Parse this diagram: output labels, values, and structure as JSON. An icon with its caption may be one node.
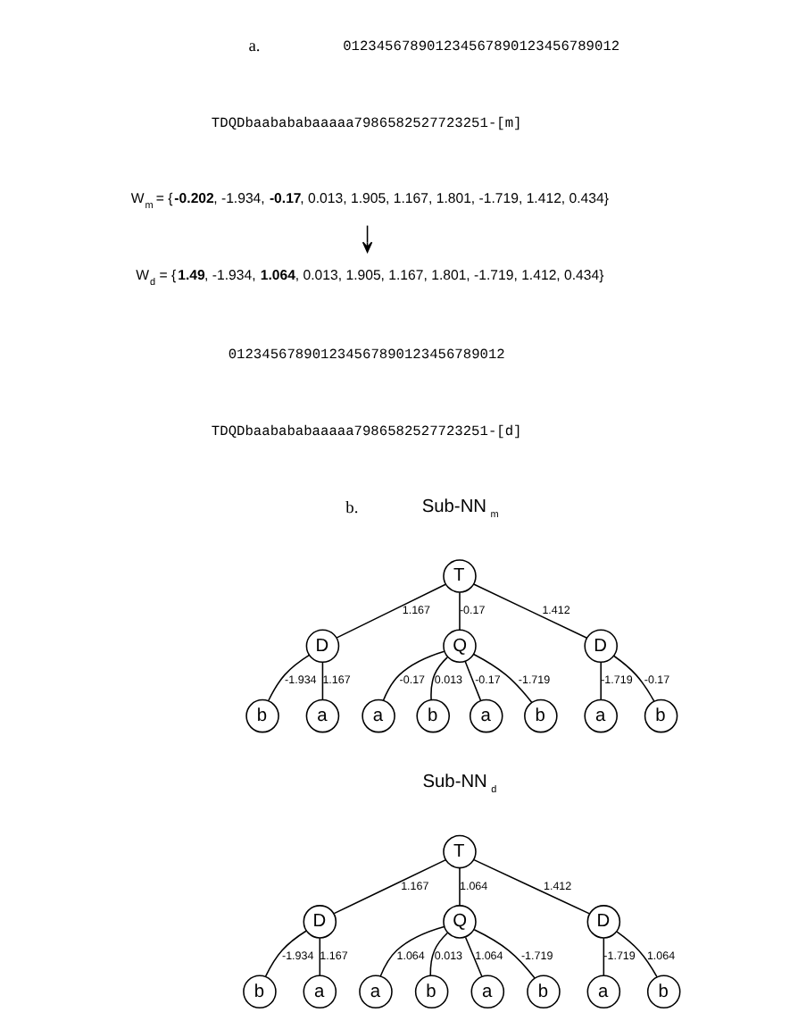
{
  "diagram": {
    "nodes": [
      {
        "text": [
          "W$_{m}$ = {**-0.202**, -1.934, **-0.17**, 0.013, 1.905, 1.167, 1.801, -1.719, 1.412, 0.434}"
        ]
      },
      {
        "text": [
          "W$_{d}$ = {**1.49**, -1.934, **1.064**, 0.013, 1.905, 1.167, 1.801, -1.719, 1.412, 0.434}"
        ]
      },
      {
        "text": [
          "T"
        ]
      },
      {
        "text": [
          "D"
        ]
      },
      {
        "text": [
          "Q"
        ]
      },
      {
        "text": [
          "D"
        ]
      },
      {
        "text": [
          "b"
        ]
      },
      {
        "text": [
          "a"
        ]
      },
      {
        "text": [
          "a"
        ]
      },
      {
        "text": [
          "b"
        ]
      },
      {
        "text": [
          "a"
        ]
      },
      {
        "text": [
          "b"
        ]
      },
      {
        "text": [
          "a"
        ]
      },
      {
        "text": [
          "b"
        ]
      },
      {
        "text": [
          "T"
        ]
      },
      {
        "text": [
          "D"
        ]
      },
      {
        "text": [
          "Q"
        ]
      },
      {
        "text": [
          "D"
        ]
      },
      {
        "text": [
          "b"
        ]
      },
      {
        "text": [
          "a"
        ]
      },
      {
        "text": [
          "a"
        ]
      },
      {
        "text": [
          "b"
        ]
      },
      {
        "text": [
          "a"
        ]
      },
      {
        "text": [
          "b"
        ]
      },
      {
        "text": [
          "a"
        ]
      },
      {
        "text": [
          "b"
        ]
      }
    ],
    "edges": [
      {
        "from": 0,
        "to": 1,
        "arrow": "to"
      },
      {
        "from": 2,
        "to": 3,
        "arrow": "none",
        "label": "1.167"
      },
      {
        "from": 2,
        "to": 4,
        "arrow": "none",
        "label": "-0.17"
      },
      {
        "from": 2,
        "to": 5,
        "arrow": "none",
        "label": "1.412"
      },
      {
        "from": 3,
        "to": 6,
        "arrow": "none",
        "label": "-1.934"
      },
      {
        "from": 3,
        "to": 7,
        "arrow": "none",
        "label": "1.167"
      },
      {
        "from": 4,
        "to": 8,
        "arrow": "none",
        "label": "-0.17"
      },
      {
        "from": 4,
        "to": 9,
        "arrow": "none",
        "label": "0.013"
      },
      {
        "from": 4,
        "to": 10,
        "arrow": "none",
        "label": "-0.17"
      },
      {
        "from": 4,
        "to": 11,
        "arrow": "none",
        "label": "-1.719"
      },
      {
        "from": 5,
        "to": 12,
        "arrow": "none",
        "label": "-1.719"
      },
      {
        "from": 5,
        "to": 13,
        "arrow": "none",
        "label": "-0.17"
      },
      {
        "from": 14,
        "to": 15,
        "arrow": "none",
        "label": "1.167"
      },
      {
        "from": 14,
        "to": 16,
        "arrow": "none",
        "label": "1.064"
      },
      {
        "from": 14,
        "to": 17,
        "arrow": "none",
        "label": "1.412"
      },
      {
        "from": 15,
        "to": 18,
        "arrow": "none",
        "label": "-1.934"
      },
      {
        "from": 15,
        "to": 19,
        "arrow": "none",
        "label": "1.167"
      },
      {
        "from": 16,
        "to": 20,
        "arrow": "none",
        "label": "1.064"
      },
      {
        "from": 16,
        "to": 21,
        "arrow": "none",
        "label": "0.013"
      },
      {
        "from": 16,
        "to": 22,
        "arrow": "none",
        "label": "1.064"
      },
      {
        "from": 16,
        "to": 23,
        "arrow": "none",
        "label": "-1.719"
      },
      {
        "from": 17,
        "to": 24,
        "arrow": "none",
        "label": "-1.719"
      },
      {
        "from": 17,
        "to": 25,
        "arrow": "none",
        "label": "1.064"
      }
    ],
    "labels": [
      "a.",
      "012345678901234567890123456789012",
      "TDQDbaabababaaaaa7986582527723251-[m]",
      "012345678901234567890123456789012",
      "TDQDbaabababaaaaa7986582527723251-[d]",
      "b.",
      "Sub-NN$_{m}$",
      "Sub-NN$_{d}$"
    ]
  }
}
